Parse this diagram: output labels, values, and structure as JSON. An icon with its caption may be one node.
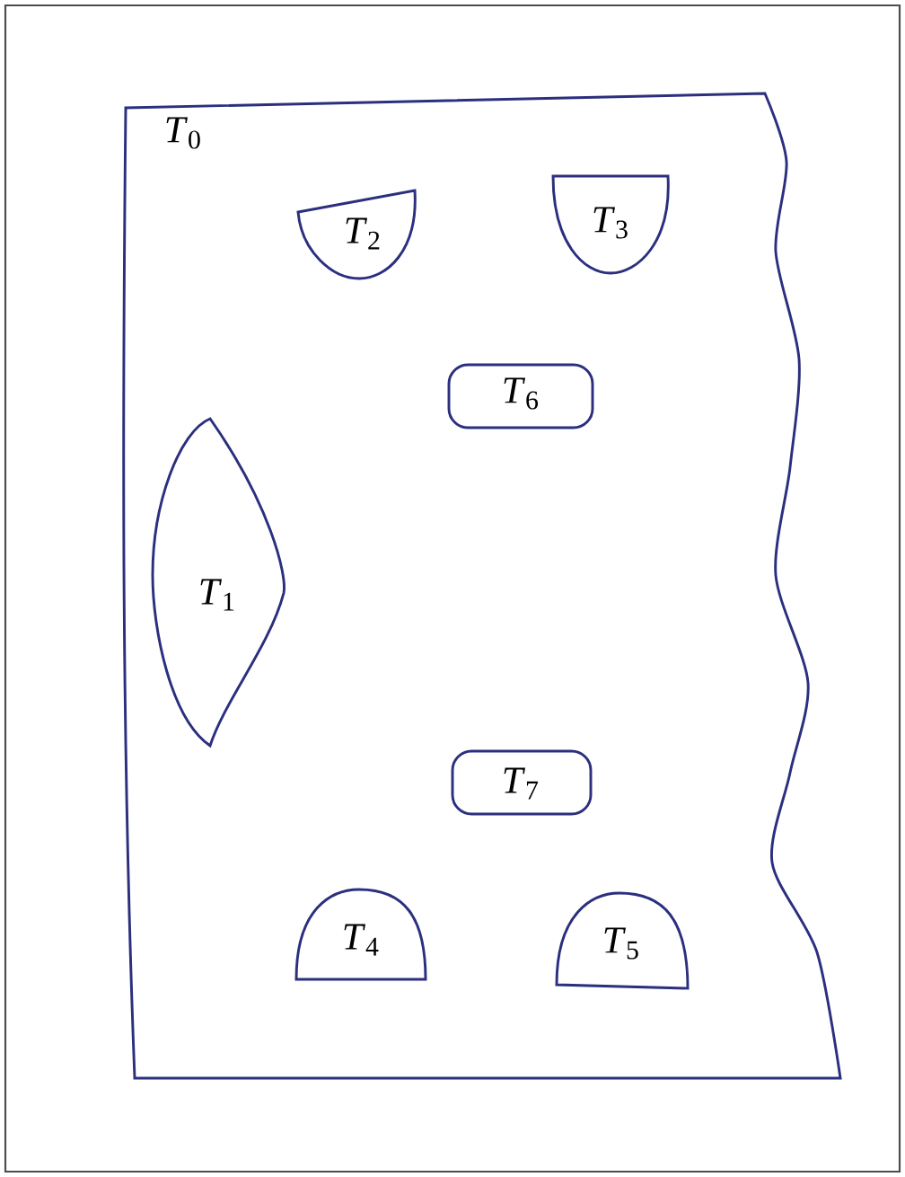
{
  "diagram": {
    "nodes": [
      {
        "text": [
          "*T*$_{0}$"
        ]
      },
      {
        "text": [
          "*T*$_{2}$"
        ],
        "in": 0
      },
      {
        "text": [
          "*T*$_{3}$"
        ],
        "in": 0
      },
      {
        "text": [
          "*T*$_{6}$"
        ],
        "in": 0
      },
      {
        "text": [
          "*T*$_{1}$"
        ],
        "in": 0
      },
      {
        "text": [
          "*T*$_{7}$"
        ],
        "in": 0
      },
      {
        "text": [
          "*T*$_{4}$"
        ],
        "in": 0
      },
      {
        "text": [
          "*T*$_{5}$"
        ],
        "in": 0
      }
    ]
  }
}
